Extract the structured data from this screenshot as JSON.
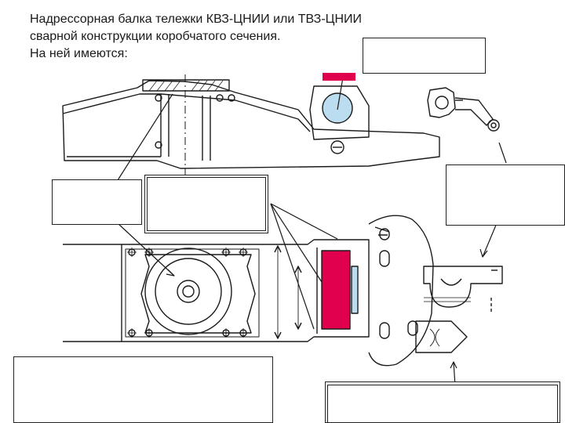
{
  "title_lines": [
    "Надрессорная балка тележки КВЗ-ЦНИИ или ТВЗ-ЦНИИ",
    "сварной конструкции коробчатого сечения.",
    "На ней имеются:"
  ],
  "colors": {
    "accent_red": "#e0004e",
    "accent_blue": "#bcdcf0",
    "line": "#1a1a1a"
  }
}
